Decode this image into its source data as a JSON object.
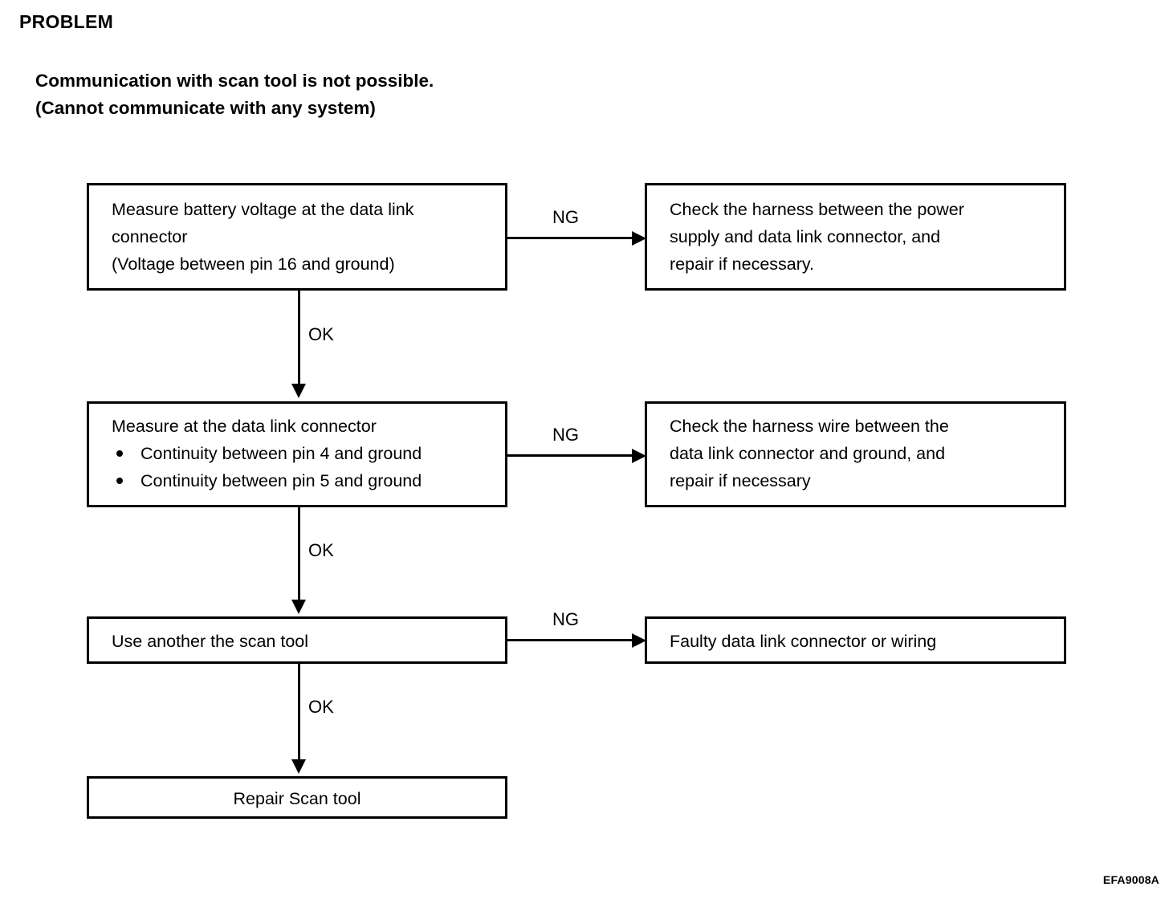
{
  "header": {
    "section_label": "PROBLEM",
    "statement_line1": "Communication with scan tool is not possible.",
    "statement_line2": "(Cannot communicate with any system)"
  },
  "flowchart": {
    "boxes": {
      "measure_battery": {
        "line1": "Measure battery voltage at the data link",
        "line2": "connector",
        "line3": "(Voltage between pin 16 and ground)"
      },
      "check_power_harness": {
        "line1": "Check the harness between the power",
        "line2": "supply and data link connector, and",
        "line3": "repair if necessary."
      },
      "measure_dlc": {
        "title": "Measure at the data link connector",
        "bullets": [
          "Continuity between pin 4 and ground",
          "Continuity between pin 5 and ground"
        ]
      },
      "check_ground_harness": {
        "line1": "Check the harness wire between the",
        "line2": "data link connector and ground, and",
        "line3": "repair if necessary"
      },
      "another_scan_tool": {
        "line1": "Use another the scan tool"
      },
      "faulty_dlc": {
        "line1": "Faulty data link connector or wiring"
      },
      "repair_scan_tool": {
        "line1": "Repair Scan tool"
      }
    },
    "edge_labels": {
      "ng1": "NG",
      "ng2": "NG",
      "ng3": "NG",
      "ok1": "OK",
      "ok2": "OK",
      "ok3": "OK"
    }
  },
  "footer": {
    "figure_code": "EFA9008A"
  },
  "colors": {
    "ink": "#000000",
    "paper": "#ffffff"
  }
}
